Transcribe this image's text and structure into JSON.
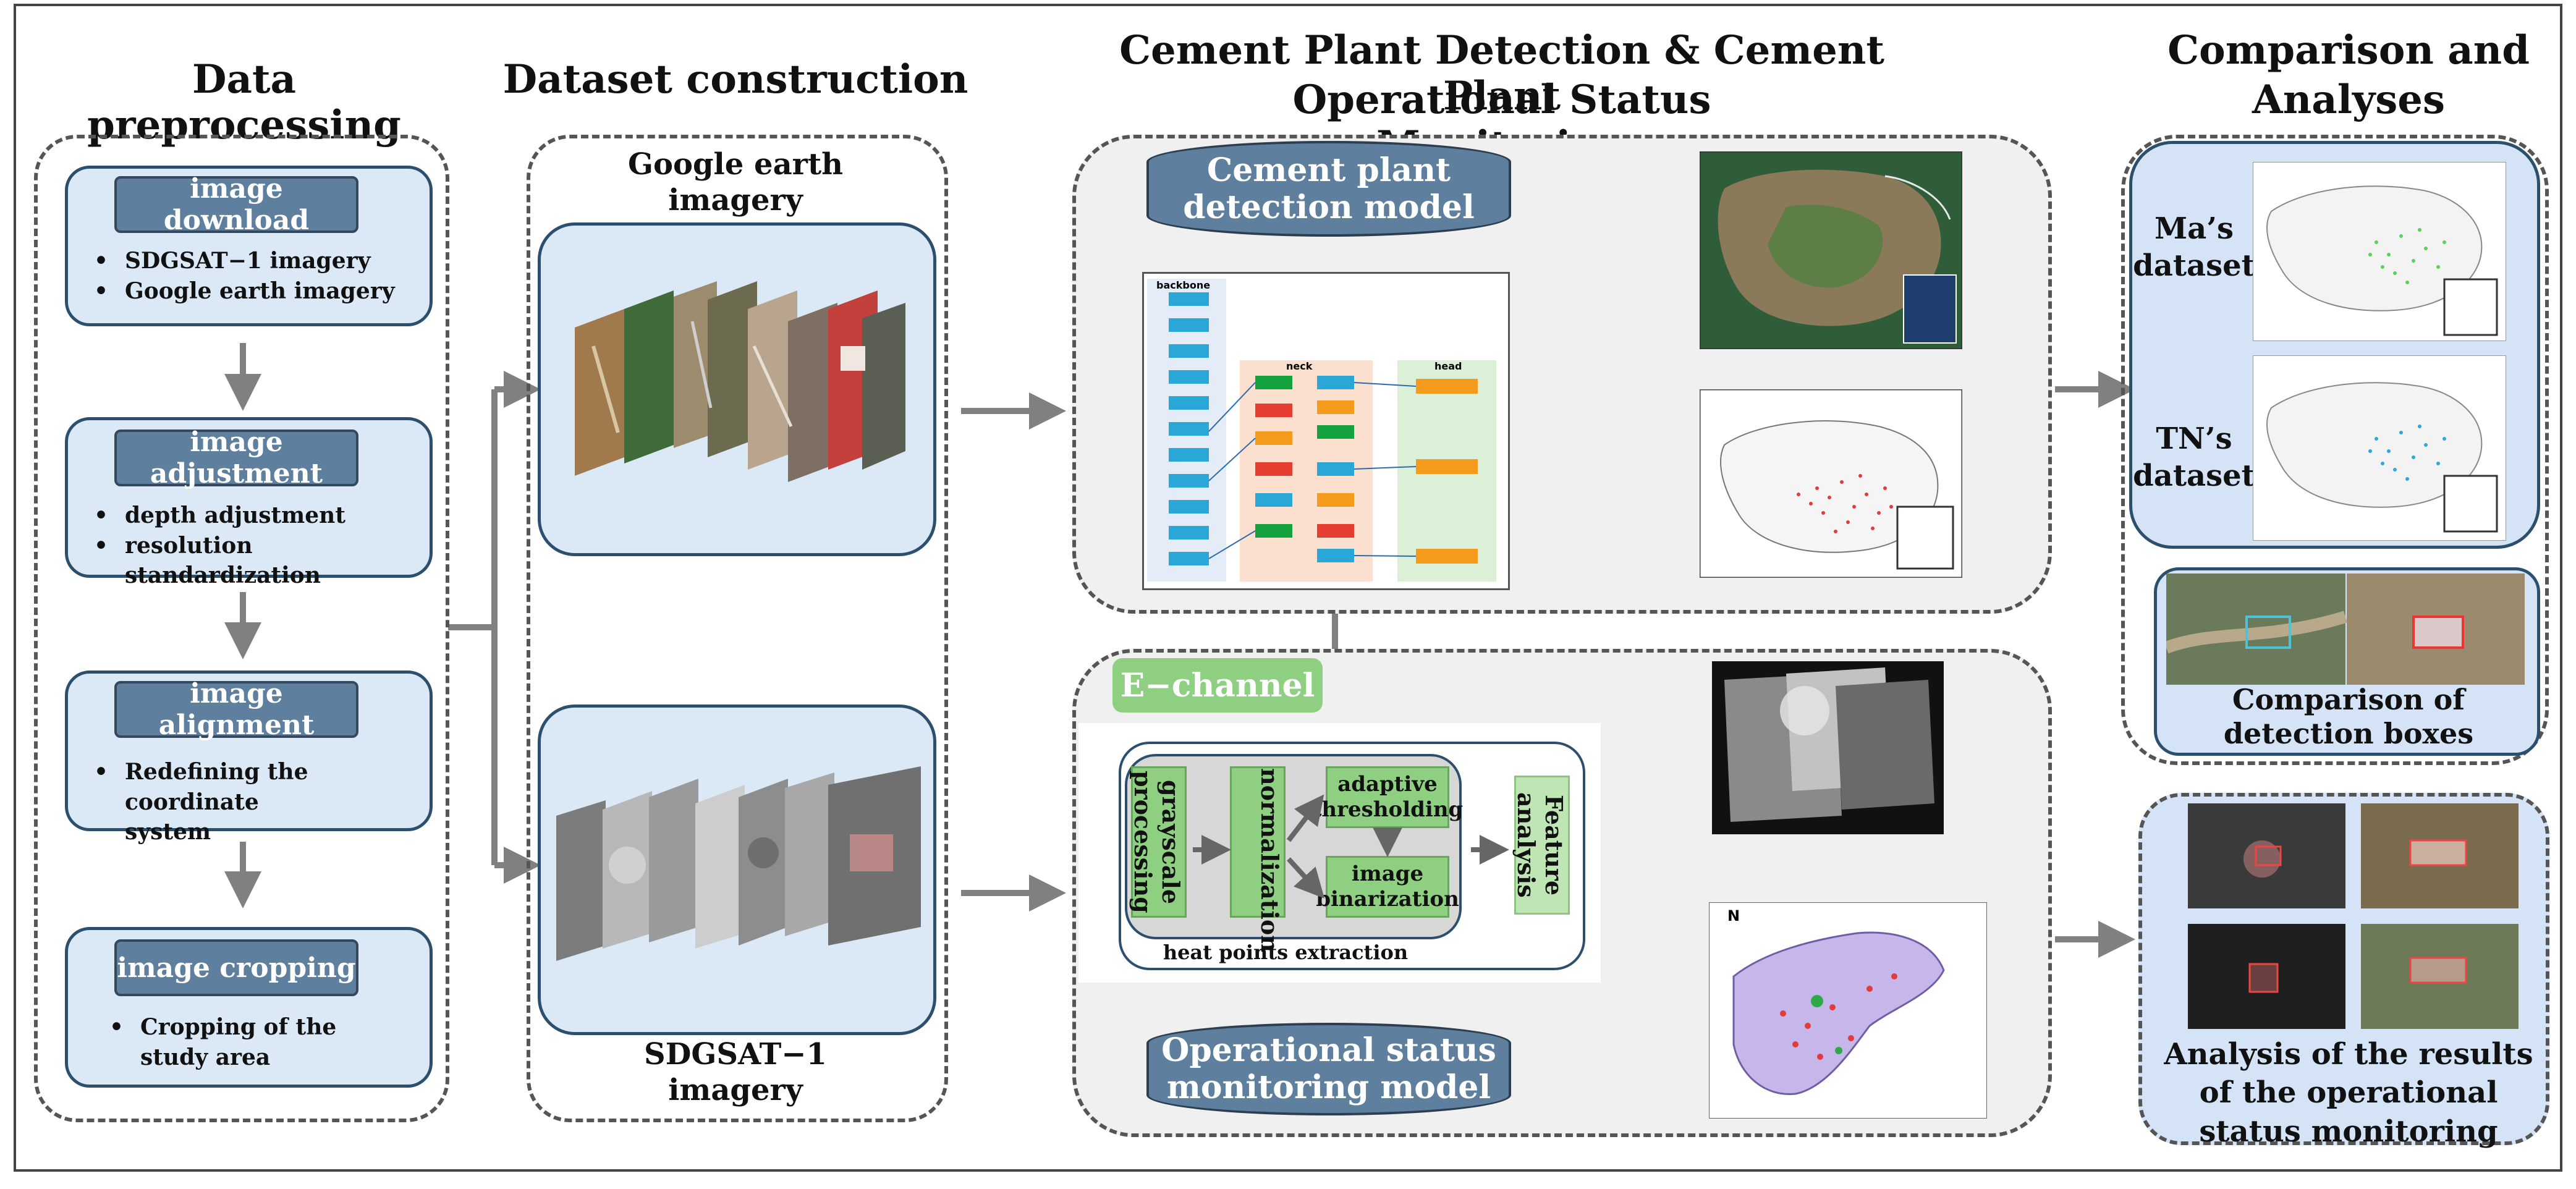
{
  "headings": {
    "preprocessing": "Data preprocessing",
    "dataset": "Dataset construction",
    "detection_line1": "Cement Plant Detection & Cement Plant",
    "detection_line2": "Operational Status Monitoring",
    "comparison_line1": "Comparison and",
    "comparison_line2": "Analyses"
  },
  "preprocessing_steps": [
    {
      "title": "image download",
      "bullets": [
        "SDGSAT−1 imagery",
        "Google earth imagery"
      ]
    },
    {
      "title": "image adjustment",
      "bullets": [
        "depth adjustment",
        "resolution standardization"
      ]
    },
    {
      "title": "image alignment",
      "bullets": [
        "Redefining the coordinate system"
      ]
    },
    {
      "title": "image cropping",
      "bullets": [
        "Cropping of the study area"
      ]
    }
  ],
  "dataset": {
    "google_label": "Google earth imagery",
    "sdgsat_label": "SDGSAT−1 imagery"
  },
  "detection": {
    "model_label": "Cement plant detection model",
    "network": {
      "backbone": "backbone",
      "neck": "neck",
      "head": "head"
    }
  },
  "echannel": {
    "title": "E−channel",
    "grayscale": "grayscale processing",
    "normalization": "normalization",
    "adaptive": "adaptive thresholding",
    "binarization": "image binarization",
    "feature": "Feature analysis",
    "heat_points": "heat points extraction",
    "monitor_model": "Operational status monitoring model"
  },
  "comparison": {
    "ma_dataset": "Ma’s dataset",
    "tn_dataset": "TN’s dataset",
    "boxes_label": "Comparison of detection boxes",
    "results_label": "Analysis of the results of the operational status monitoring"
  },
  "colors": {
    "step_title_bg": "#5f7f9e",
    "card_bg": "#dbe9f6",
    "green_block": "#8fcf82",
    "arrow": "#808080"
  }
}
